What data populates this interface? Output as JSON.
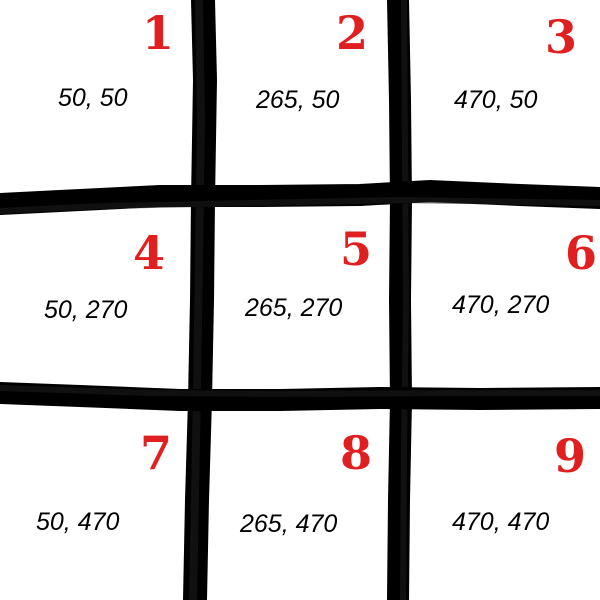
{
  "colors": {
    "background": "#ffffff",
    "grid_line": "#000000",
    "number": "#e02020",
    "coords": "#000000"
  },
  "cells": [
    {
      "number": "1",
      "coords": "50, 50"
    },
    {
      "number": "2",
      "coords": "265, 50"
    },
    {
      "number": "3",
      "coords": "470, 50"
    },
    {
      "number": "4",
      "coords": "50, 270"
    },
    {
      "number": "5",
      "coords": "265, 270"
    },
    {
      "number": "6",
      "coords": "470, 270"
    },
    {
      "number": "7",
      "coords": "50, 470"
    },
    {
      "number": "8",
      "coords": "265, 470"
    },
    {
      "number": "9",
      "coords": "470, 470"
    }
  ]
}
